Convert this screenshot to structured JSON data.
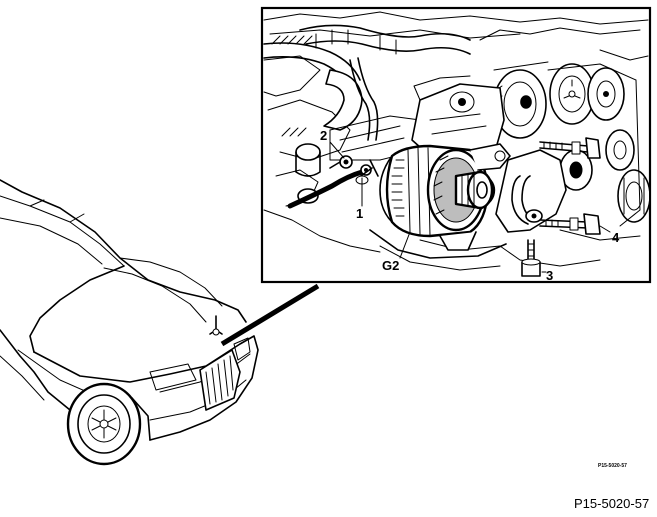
{
  "diagram": {
    "callouts": {
      "c1": "1",
      "c2": "2",
      "c3": "3",
      "c4": "4",
      "g2": "G2"
    },
    "figure_ref_small": "P15-5020-57",
    "figure_ref": "P15-5020-57"
  }
}
